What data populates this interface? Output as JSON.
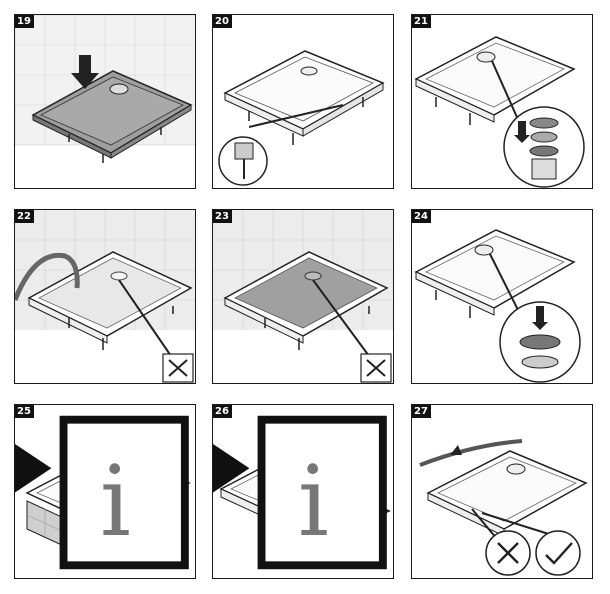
{
  "document": {
    "panels": [
      {
        "step": "19",
        "scene": "tray-press-center"
      },
      {
        "step": "20",
        "scene": "tray-feet-adjust"
      },
      {
        "step": "21",
        "scene": "waste-assembly"
      },
      {
        "step": "22",
        "scene": "hose-water-test"
      },
      {
        "step": "23",
        "scene": "water-filled-test"
      },
      {
        "step": "24",
        "scene": "waste-cover-press"
      },
      {
        "step": "25",
        "scene": "tiled-front-panel",
        "info_icon": "info-icon"
      },
      {
        "step": "26",
        "scene": "insert-panel",
        "info_icon": "info-icon"
      },
      {
        "step": "27",
        "scene": "silicone-seal"
      }
    ]
  }
}
